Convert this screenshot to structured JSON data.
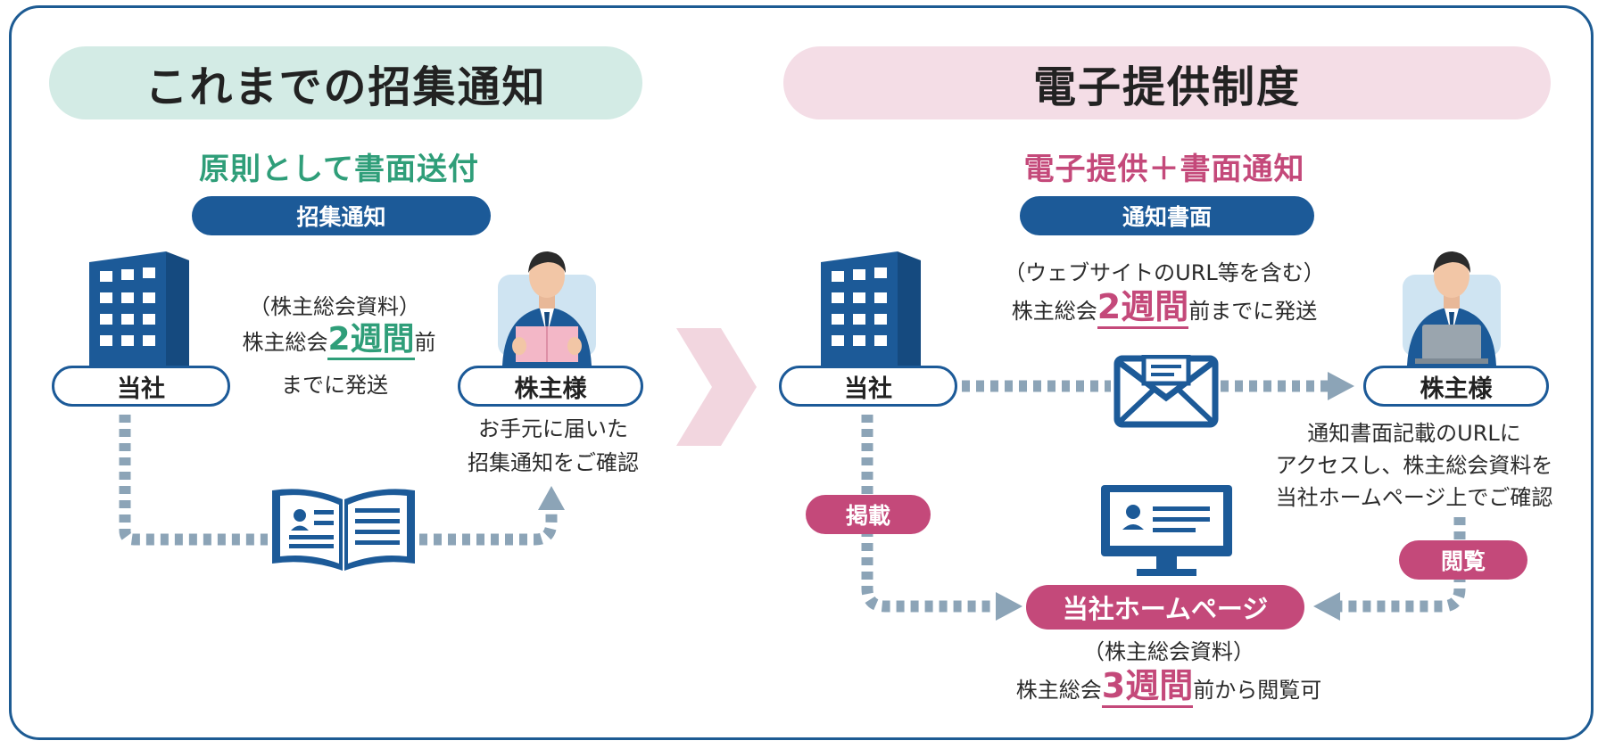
{
  "left": {
    "title": "これまでの招集通知",
    "subtitle": "原則として書面送付",
    "badge": "招集通知",
    "company_label": "当社",
    "shareholder_label": "株主様",
    "note_line1": "（株主総会資料）",
    "note_line2_prefix": "株主総会",
    "note_line2_emph": "2週間",
    "note_line2_suffix": "前",
    "note_line3": "までに発送",
    "shareholder_note_line1": "お手元に届いた",
    "shareholder_note_line2": "招集通知をご確認"
  },
  "right": {
    "title": "電子提供制度",
    "subtitle": "電子提供＋書面通知",
    "badge": "通知書面",
    "company_label": "当社",
    "shareholder_label": "株主様",
    "note_line1": "（ウェブサイトのURL等を含む）",
    "note_line2_prefix": "株主総会",
    "note_line2_emph": "2週間",
    "note_line2_suffix": "前までに発送",
    "shareholder_note_line1": "通知書面記載のURLに",
    "shareholder_note_line2": "アクセスし、株主総会資料を",
    "shareholder_note_line3": "当社ホームページ上でご確認",
    "post_label": "掲載",
    "view_label": "閲覧",
    "homepage_label": "当社ホームページ",
    "hp_note_line1": "（株主総会資料）",
    "hp_note_line2_prefix": "株主総会",
    "hp_note_line2_emph": "3週間",
    "hp_note_line2_suffix": "前から閲覧可"
  },
  "colors": {
    "navy": "#1c5a98",
    "green": "#2f9e79",
    "pink": "#c4497a",
    "mint_bg": "#d3ebe5",
    "pink_bg": "#f4dde6",
    "dotted": "#8ca4b7"
  },
  "icons": [
    "building-icon",
    "businessman-reading-icon",
    "open-book-icon",
    "big-right-arrow-icon",
    "envelope-icon",
    "businessman-laptop-icon",
    "monitor-icon"
  ]
}
